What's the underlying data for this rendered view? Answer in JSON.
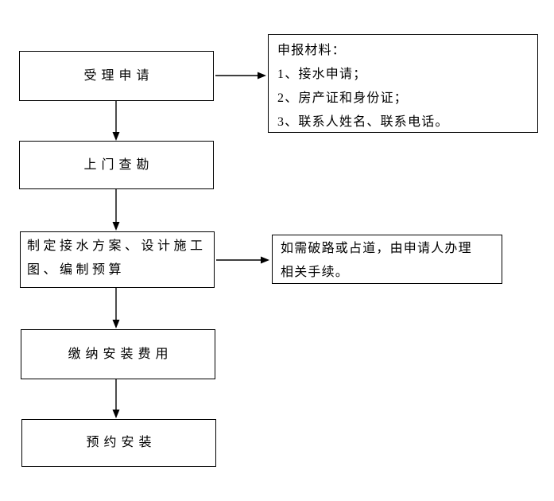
{
  "page": {
    "background_color": "#ffffff",
    "line_color": "#000000",
    "text_color": "#000000"
  },
  "flowchart": {
    "steps": [
      {
        "id": "accept-application",
        "label": "受理申请"
      },
      {
        "id": "onsite-survey",
        "label": "上门查勘"
      },
      {
        "id": "make-plan",
        "label": "制定接水方案、设计施工图、编制预算",
        "lines": [
          "制定接水方案、设计施工",
          "图、编制预算"
        ]
      },
      {
        "id": "pay-installation-fee",
        "label": "缴纳安装费用"
      },
      {
        "id": "schedule-installation",
        "label": "预约安装"
      }
    ],
    "notes": [
      {
        "id": "application-materials",
        "label": "申报材料：1、接水申请；2、房产证和身份证；3、联系人姓名、联系电话。",
        "lines": [
          "申报材料：",
          "1、接水申请；",
          "2、房产证和身份证；",
          "3、联系人姓名、联系电话。"
        ]
      },
      {
        "id": "road-occupation-notice",
        "label": "如需破路或占道，由申请人办理相关手续。",
        "lines": [
          "如需破路或占道，由申请人办理",
          "相关手续。"
        ]
      }
    ]
  }
}
